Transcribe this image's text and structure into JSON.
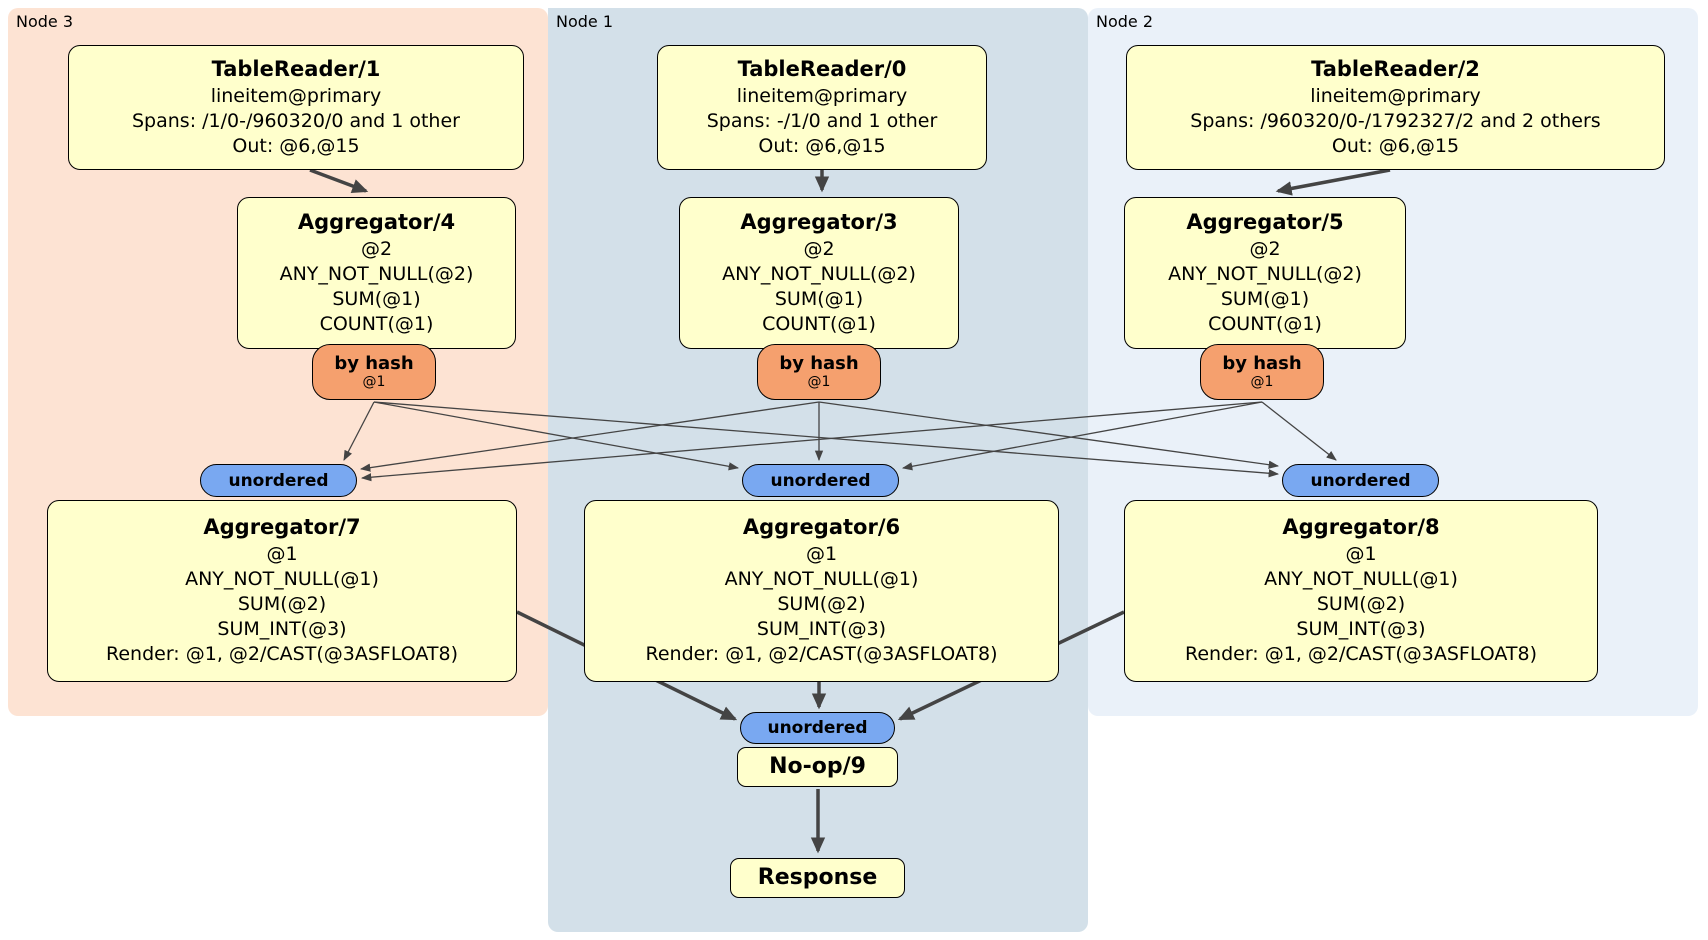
{
  "regions": {
    "node3": {
      "label": "Node 3"
    },
    "node1": {
      "label": "Node 1"
    },
    "node2": {
      "label": "Node 2"
    }
  },
  "router": {
    "label": "by hash",
    "sublabel": "@1"
  },
  "sync": {
    "label": "unordered"
  },
  "processors": {
    "tablereader1": {
      "title": "TableReader/1",
      "lines": [
        "lineitem@primary",
        "Spans: /1/0-/960320/0 and 1 other",
        "Out: @6,@15"
      ]
    },
    "tablereader0": {
      "title": "TableReader/0",
      "lines": [
        "lineitem@primary",
        "Spans: -/1/0 and 1 other",
        "Out: @6,@15"
      ]
    },
    "tablereader2": {
      "title": "TableReader/2",
      "lines": [
        "lineitem@primary",
        "Spans: /960320/0-/1792327/2 and 2 others",
        "Out: @6,@15"
      ]
    },
    "aggregator4": {
      "title": "Aggregator/4",
      "lines": [
        "@2",
        "ANY_NOT_NULL(@2)",
        "SUM(@1)",
        "COUNT(@1)"
      ]
    },
    "aggregator3": {
      "title": "Aggregator/3",
      "lines": [
        "@2",
        "ANY_NOT_NULL(@2)",
        "SUM(@1)",
        "COUNT(@1)"
      ]
    },
    "aggregator5": {
      "title": "Aggregator/5",
      "lines": [
        "@2",
        "ANY_NOT_NULL(@2)",
        "SUM(@1)",
        "COUNT(@1)"
      ]
    },
    "aggregator7": {
      "title": "Aggregator/7",
      "lines": [
        "@1",
        "ANY_NOT_NULL(@1)",
        "SUM(@2)",
        "SUM_INT(@3)",
        "Render: @1, @2/CAST(@3ASFLOAT8)"
      ]
    },
    "aggregator6": {
      "title": "Aggregator/6",
      "lines": [
        "@1",
        "ANY_NOT_NULL(@1)",
        "SUM(@2)",
        "SUM_INT(@3)",
        "Render: @1, @2/CAST(@3ASFLOAT8)"
      ]
    },
    "aggregator8": {
      "title": "Aggregator/8",
      "lines": [
        "@1",
        "ANY_NOT_NULL(@1)",
        "SUM(@2)",
        "SUM_INT(@3)",
        "Render: @1, @2/CAST(@3ASFLOAT8)"
      ]
    },
    "noop9": {
      "title": "No-op/9"
    },
    "response": {
      "title": "Response"
    }
  },
  "colors": {
    "node3_bg": "#fde3d3",
    "node1_bg": "#d3e0e9",
    "node2_bg": "#eaf1f9",
    "processor_fill": "#ffffcc",
    "router_fill": "#f5a06e",
    "sync_fill": "#79a8f1",
    "edge": "#444444"
  }
}
